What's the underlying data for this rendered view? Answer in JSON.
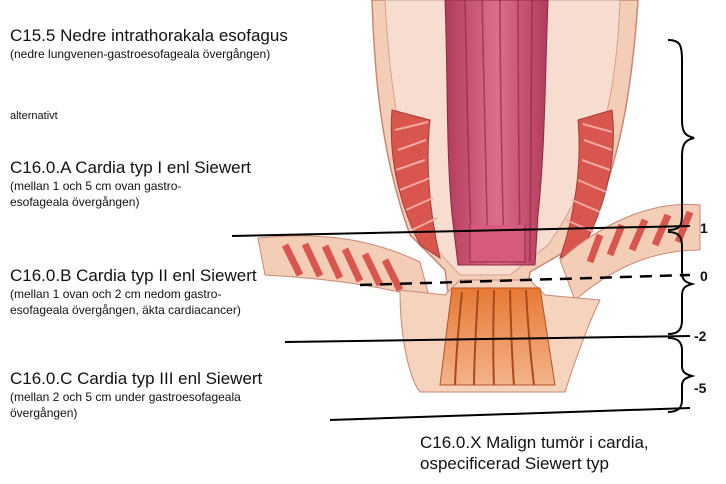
{
  "sections": [
    {
      "code": "C15.5 Nedre intrathorakala esofagus",
      "note": "(nedre lungvenen-gastroesofageala övergången)"
    },
    {
      "code": "C16.0.A Cardia typ I enl Siewert",
      "note": "(mellan 1 och 5 cm ovan gastro-\nesofageala övergången)"
    },
    {
      "code": "C16.0.B Cardia typ II enl Siewert",
      "note": "(mellan 1 ovan och 2 cm nedom gastro-\nesofageala övergången, äkta cardiacancer)"
    },
    {
      "code": "C16.0.C Cardia typ III enl Siewert",
      "note": "(mellan 2 och 5 cm under gastroesofageala\növergången)"
    }
  ],
  "alternative_label": "alternativt",
  "markers": [
    "1",
    "0",
    "-2",
    "-5"
  ],
  "footer": {
    "line1": "C16.0.X Malign tumör i cardia,",
    "line2": "ospecificerad Siewert typ"
  },
  "colors": {
    "esophagus_mucosa": "#c4496a",
    "stomach_mucosa": "#d9642a",
    "muscle_wall": "#d9564e",
    "outer_wall": "#f3cbb3",
    "lines": "#000000"
  }
}
